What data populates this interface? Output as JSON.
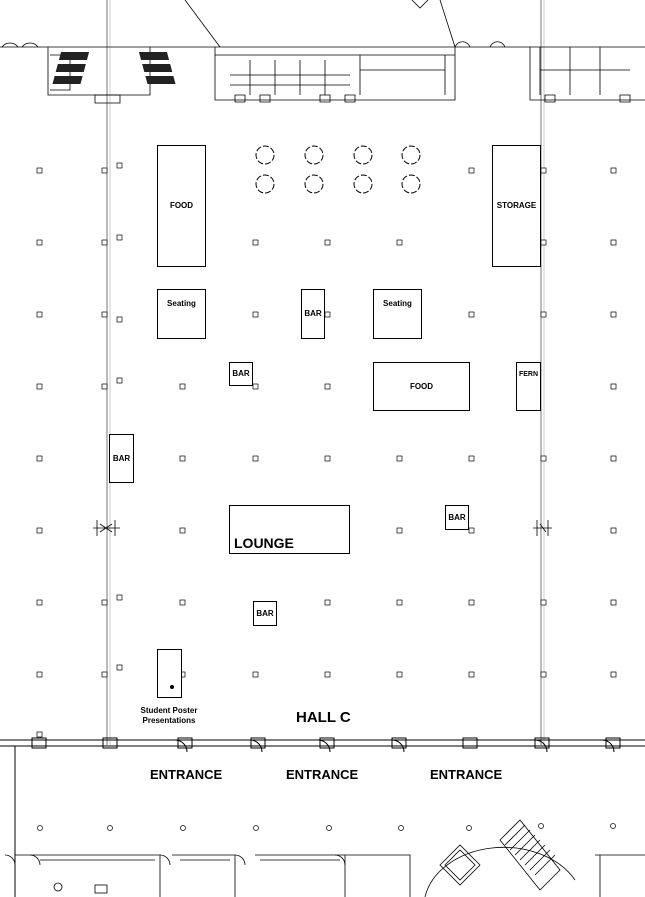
{
  "labels": {
    "food_1": "FOOD",
    "storage": "STORAGE",
    "seating_1": "Seating",
    "bar_1": "BAR",
    "seating_2": "Seating",
    "bar_2": "BAR",
    "food_2": "FOOD",
    "fern": "FERN",
    "bar_3": "BAR",
    "lounge": "LOUNGE",
    "bar_4": "BAR",
    "bar_5": "BAR",
    "poster_line1": "Student Poster",
    "poster_line2": "Presentations",
    "hall": "HALL C",
    "entrance_1": "ENTRANCE",
    "entrance_2": "ENTRANCE",
    "entrance_3": "ENTRANCE"
  },
  "colors": {
    "line": "#000000",
    "hatch": "#222222",
    "background": "#ffffff"
  }
}
